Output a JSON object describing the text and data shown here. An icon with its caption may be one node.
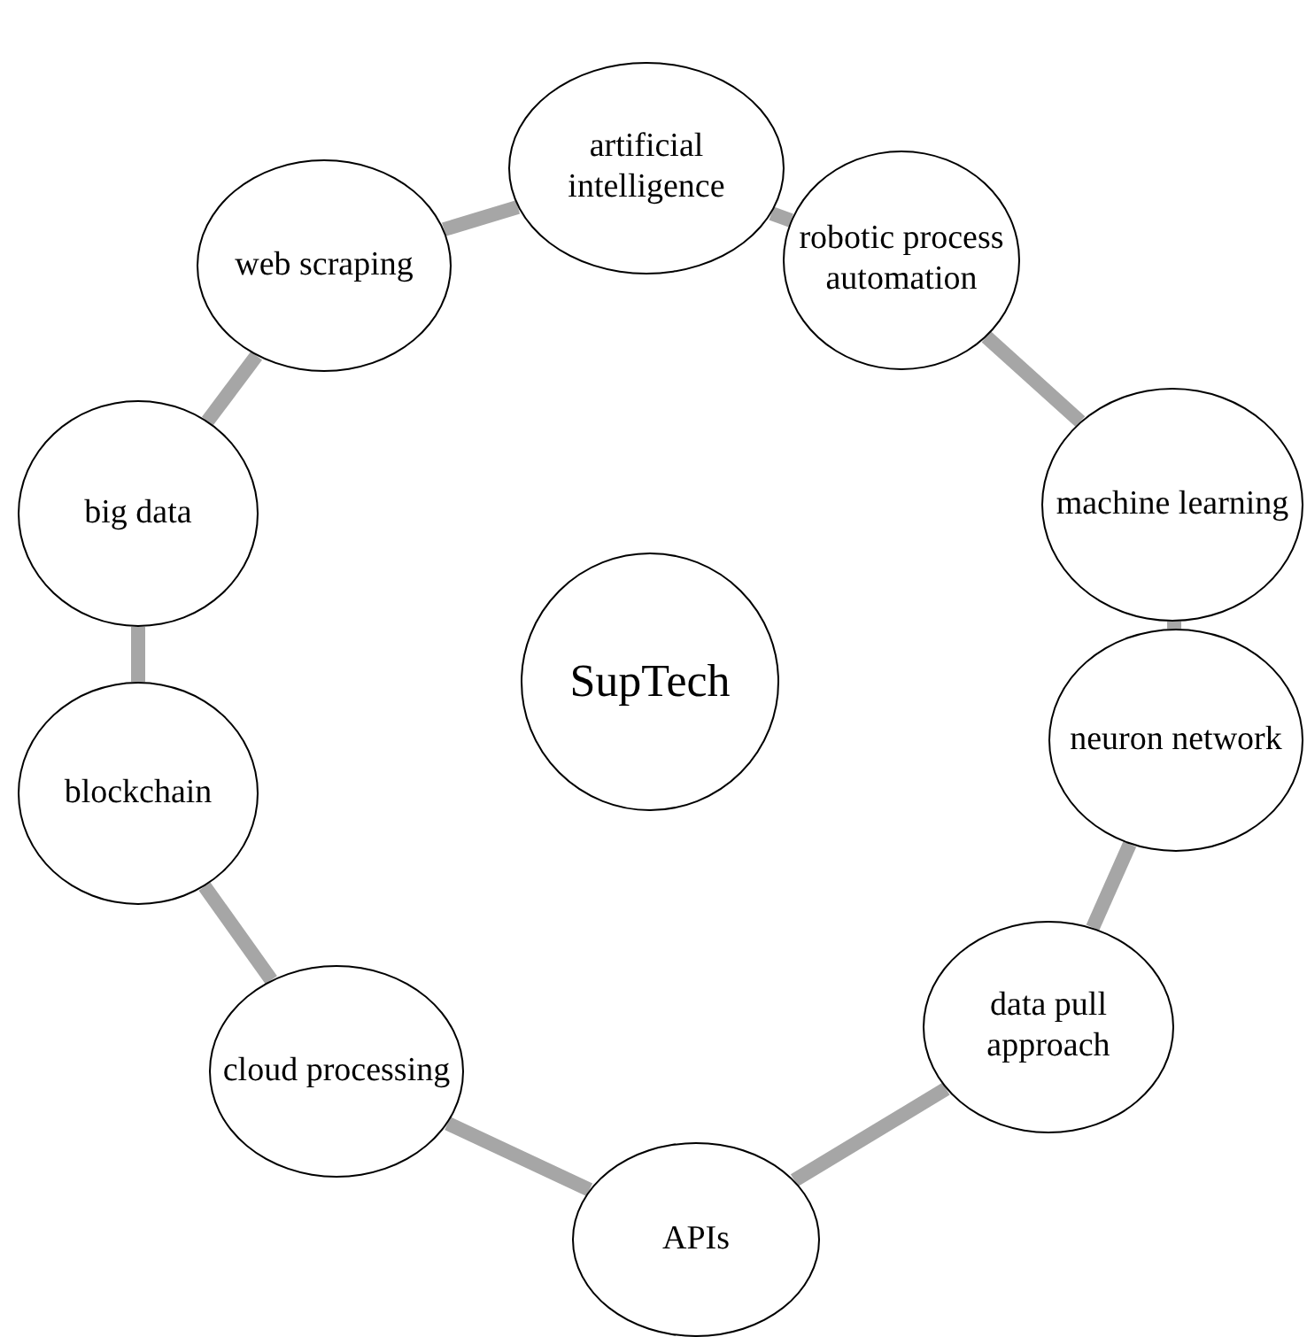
{
  "diagram": {
    "nodes": [
      {
        "text": [
          "artificial intelligence"
        ]
      },
      {
        "text": [
          "robotic process automation"
        ]
      },
      {
        "text": [
          "machine learning"
        ]
      },
      {
        "text": [
          "neuron network"
        ]
      },
      {
        "text": [
          "data pull approach"
        ]
      },
      {
        "text": [
          "APIs"
        ]
      },
      {
        "text": [
          "cloud processing"
        ]
      },
      {
        "text": [
          "blockchain"
        ]
      },
      {
        "text": [
          "big data"
        ]
      },
      {
        "text": [
          "web scraping"
        ]
      },
      {
        "text": [
          "SupTech"
        ]
      }
    ],
    "edges": [
      {
        "from": 0,
        "to": 1,
        "arrow": "none"
      },
      {
        "from": 1,
        "to": 2,
        "arrow": "none"
      },
      {
        "from": 2,
        "to": 3,
        "arrow": "none"
      },
      {
        "from": 3,
        "to": 4,
        "arrow": "none"
      },
      {
        "from": 4,
        "to": 5,
        "arrow": "none"
      },
      {
        "from": 5,
        "to": 6,
        "arrow": "none"
      },
      {
        "from": 6,
        "to": 7,
        "arrow": "none"
      },
      {
        "from": 7,
        "to": 8,
        "arrow": "none"
      },
      {
        "from": 8,
        "to": 9,
        "arrow": "none"
      },
      {
        "from": 9,
        "to": 0,
        "arrow": "none"
      }
    ]
  }
}
